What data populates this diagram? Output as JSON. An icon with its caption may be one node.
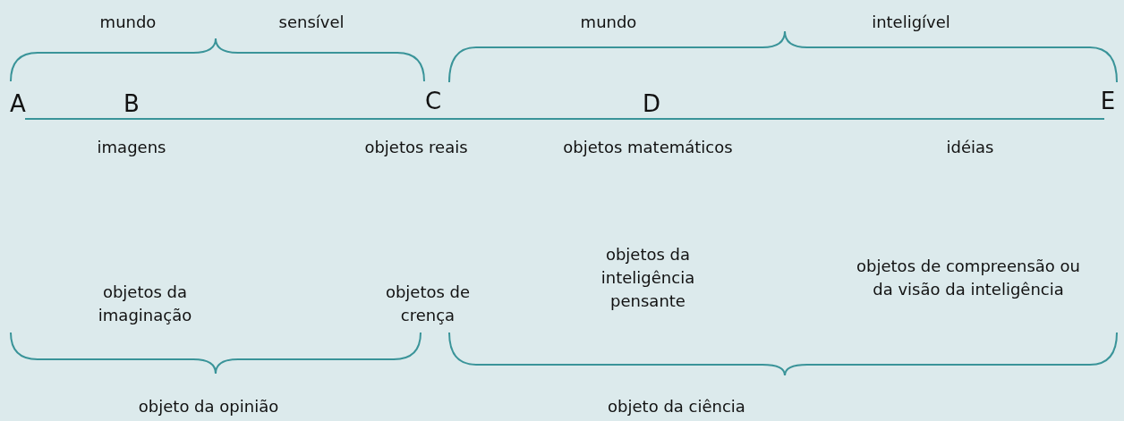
{
  "diagram": {
    "labels": [
      "mundo",
      "sensível",
      "mundo",
      "inteligível",
      "A",
      "B",
      "C",
      "D",
      "E",
      "imagens",
      "objetos reais",
      "objetos matemáticos",
      "idéias",
      "objetos da imaginação",
      "objetos de crença",
      "objetos da inteligência pensante",
      "objetos de compreensão ou da visão da inteligência",
      "objeto da opinião",
      "objeto da ciência"
    ]
  }
}
